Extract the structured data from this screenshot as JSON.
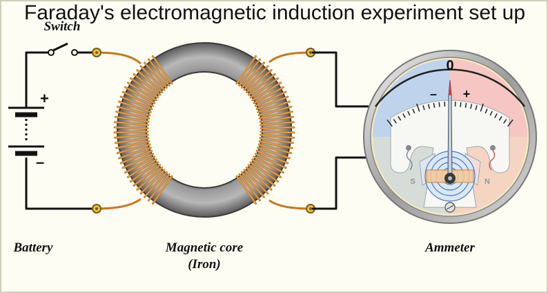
{
  "title": "Faraday's electromagnetic induction experiment set up",
  "labels": {
    "switch": "Switch",
    "battery": "Battery",
    "core_line1": "Magnetic core",
    "core_line2": "(Iron)",
    "ammeter": "Ammeter"
  },
  "battery": {
    "plus": "+",
    "minus": "–"
  },
  "meter": {
    "zero": "0",
    "minus": "–",
    "plus": "+",
    "pole_south": "S",
    "pole_north": "N"
  },
  "colors": {
    "wire": "#111111",
    "copper": "#c8781e",
    "core": "#7d7d7d",
    "meter_negative_zone": "#bcd3ee",
    "meter_positive_zone": "#f4c4c4",
    "needle": "#c9d2dc",
    "needle_tip": "#e23a3a"
  }
}
